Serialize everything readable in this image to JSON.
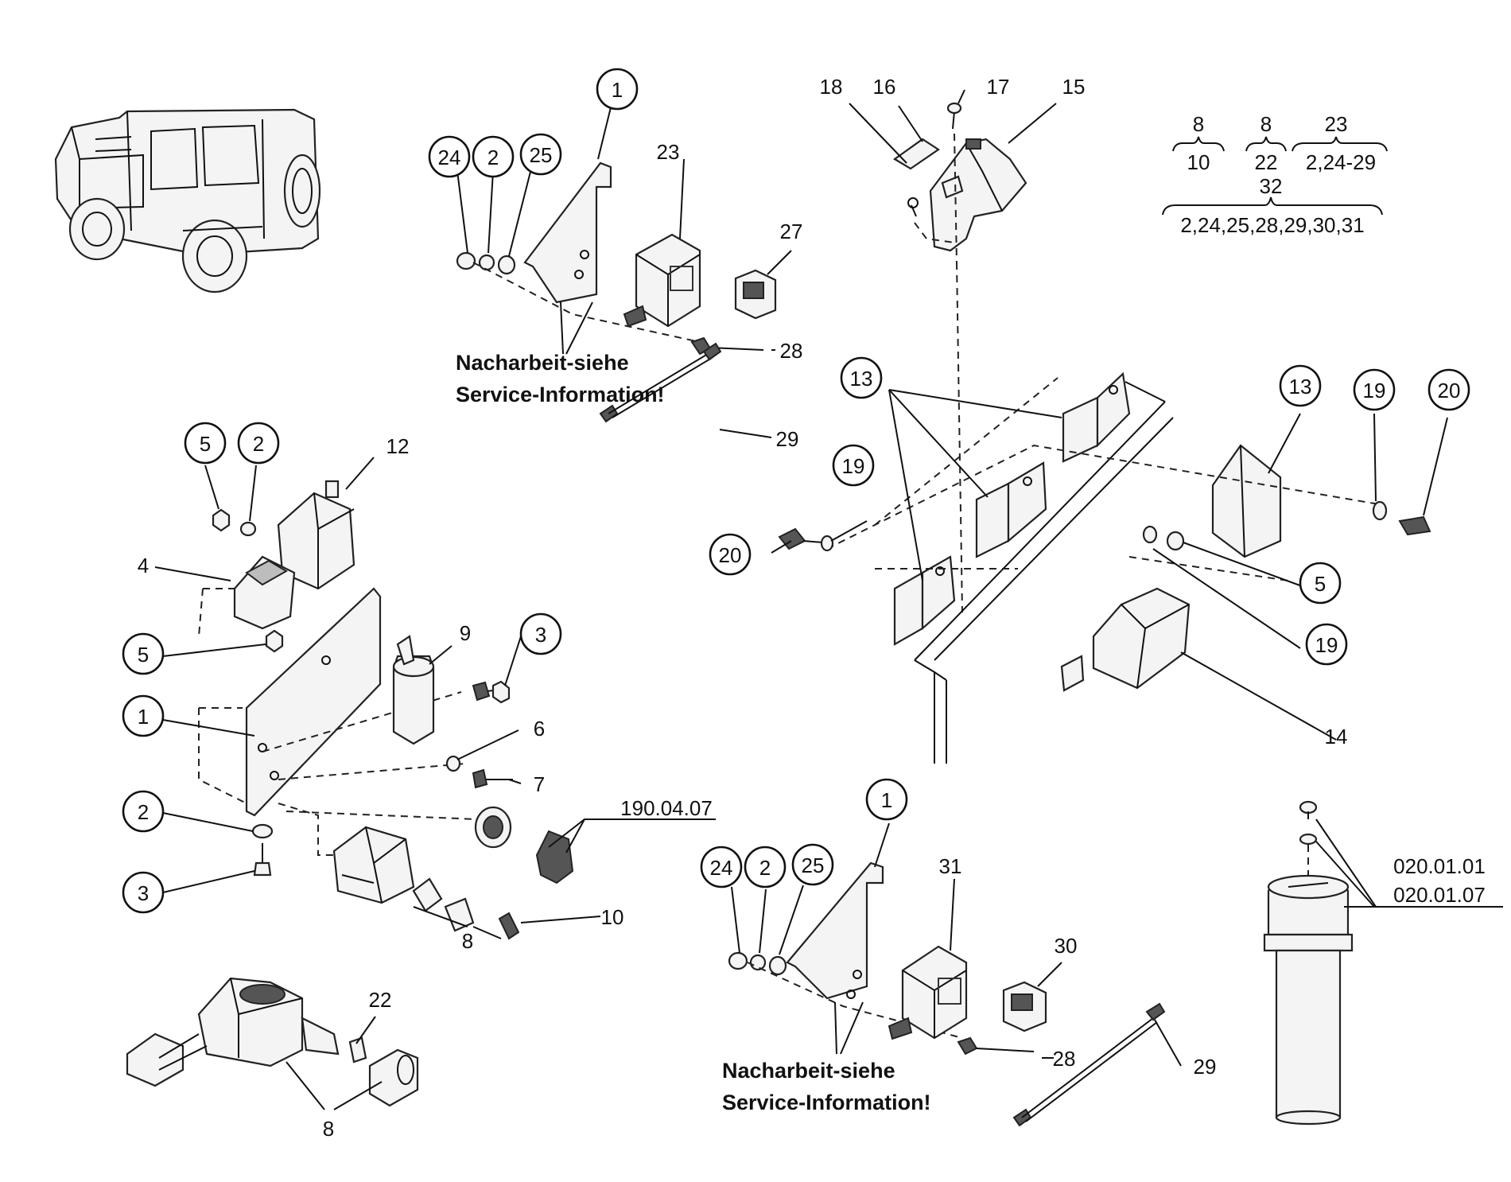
{
  "callouts_circled": [
    {
      "id": "c1a",
      "text": "1"
    },
    {
      "id": "c24a",
      "text": "24"
    },
    {
      "id": "c2a",
      "text": "2"
    },
    {
      "id": "c25a",
      "text": "25"
    },
    {
      "id": "c5a",
      "text": "5"
    },
    {
      "id": "c2b",
      "text": "2"
    },
    {
      "id": "c5b",
      "text": "5"
    },
    {
      "id": "c1b",
      "text": "1"
    },
    {
      "id": "c2c",
      "text": "2"
    },
    {
      "id": "c3a",
      "text": "3"
    },
    {
      "id": "c3b",
      "text": "3"
    },
    {
      "id": "c13a",
      "text": "13"
    },
    {
      "id": "c13b",
      "text": "13"
    },
    {
      "id": "c19a",
      "text": "19"
    },
    {
      "id": "c20a",
      "text": "20"
    },
    {
      "id": "c19b",
      "text": "19"
    },
    {
      "id": "c20b",
      "text": "20"
    },
    {
      "id": "c5c",
      "text": "5"
    },
    {
      "id": "c19c",
      "text": "19"
    },
    {
      "id": "c1c",
      "text": "1"
    },
    {
      "id": "c24b",
      "text": "24"
    },
    {
      "id": "c2d",
      "text": "2"
    },
    {
      "id": "c25b",
      "text": "25"
    }
  ],
  "callouts_plain": {
    "p23": "23",
    "p27": "27",
    "p28a": "28",
    "p29a": "29",
    "p18": "18",
    "p16": "16",
    "p17": "17",
    "p15": "15",
    "p12": "12",
    "p4": "4",
    "p9": "9",
    "p6": "6",
    "p7": "7",
    "p10": "10",
    "p8a": "8",
    "p8b": "8",
    "p22": "22",
    "p14": "14",
    "p31": "31",
    "p30": "30",
    "p28b": "28",
    "p29b": "29",
    "ref_190": "190.04.07",
    "ref_020a": "020.01.01",
    "ref_020b": "020.01.07"
  },
  "service_note": {
    "line1": "Nacharbeit-siehe",
    "line2": "Service-Information!"
  },
  "legend": {
    "g1_top": "8",
    "g1_bottom": "10",
    "g2_top": "8",
    "g2_bottom": "22",
    "g3_top": "23",
    "g3_bottom": "2,24-29",
    "g4_top": "32",
    "g4_bottom": "2,24,25,28,29,30,31"
  }
}
